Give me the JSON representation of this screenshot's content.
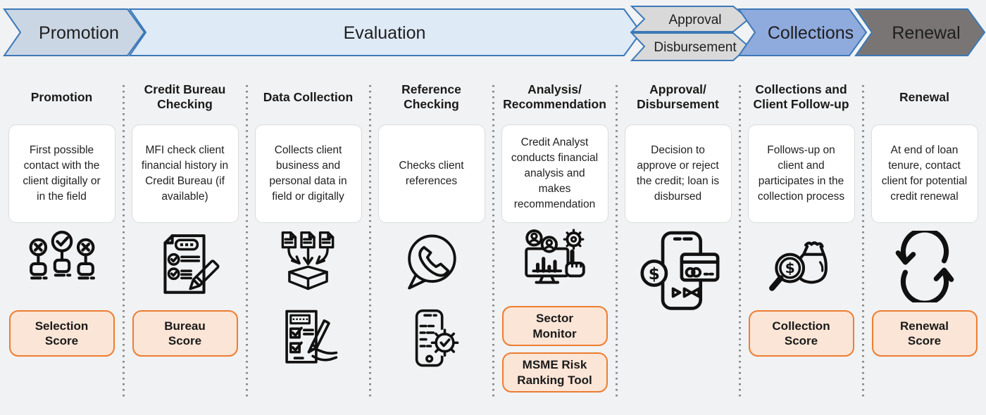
{
  "banner": {
    "border_color": "#3C79B8",
    "text_color": "#1E1E1E",
    "stages": [
      {
        "label": "Promotion",
        "fill": "#CBD6E4"
      },
      {
        "label": "Evaluation",
        "fill": "#DEEAF6"
      },
      {
        "label": "Approval",
        "fill": "#D9D9D9"
      },
      {
        "label": "Disbursement",
        "fill": "#D9D9D9"
      },
      {
        "label": "Collections",
        "fill": "#8FAADC"
      },
      {
        "label": "Renewal",
        "fill": "#7A7575"
      }
    ]
  },
  "colors": {
    "background": "#F1F2F3",
    "card_fill": "#FFFFFF",
    "badge_fill": "#FBE5D6",
    "badge_border": "#ED7D31",
    "icon_color": "#111111",
    "divider": "#8A8A8A"
  },
  "columns": [
    {
      "id": "promotion",
      "title": "Promotion",
      "description": "First possible contact with the client digitally or in the field",
      "icons": [
        "candidate-selection-icon"
      ],
      "badges": [
        "Selection\nScore"
      ]
    },
    {
      "id": "credit-bureau-checking",
      "title": "Credit Bureau\nChecking",
      "description": "MFI check client financial history in Credit Bureau (if available)",
      "icons": [
        "bureau-report-icon"
      ],
      "badges": [
        "Bureau\nScore"
      ]
    },
    {
      "id": "data-collection",
      "title": "Data Collection",
      "description": "Collects client business and personal data in field or digitally",
      "icons": [
        "documents-merge-icon",
        "checklist-writing-icon"
      ],
      "badges": []
    },
    {
      "id": "reference-checking",
      "title": "Reference\nChecking",
      "description": "Checks client references",
      "icons": [
        "phone-call-icon",
        "mobile-gear-icon"
      ],
      "badges": []
    },
    {
      "id": "analysis-recommendation",
      "title": "Analysis/\nRecommendation",
      "description": "Credit Analyst conducts financial analysis and makes recommendation",
      "icons": [
        "analysis-dashboard-icon"
      ],
      "badges": [
        "Sector\nMonitor",
        "MSME Risk\nRanking Tool"
      ]
    },
    {
      "id": "approval-disbursement",
      "title": "Approval/\nDisbursement",
      "description": "Decision to approve or reject the credit; loan is disbursed",
      "icons": [
        "mobile-payment-icon"
      ],
      "badges": []
    },
    {
      "id": "collections-client-follow-up",
      "title": "Collections and\nClient Follow-up",
      "description": "Follows-up on client and participates in the collection process",
      "icons": [
        "collection-search-icon"
      ],
      "badges": [
        "Collection\nScore"
      ]
    },
    {
      "id": "renewal",
      "title": "Renewal",
      "description": "At end of loan tenure, contact client for potential credit renewal",
      "icons": [
        "renewal-cycle-icon"
      ],
      "badges": [
        "Renewal\nScore"
      ]
    }
  ]
}
